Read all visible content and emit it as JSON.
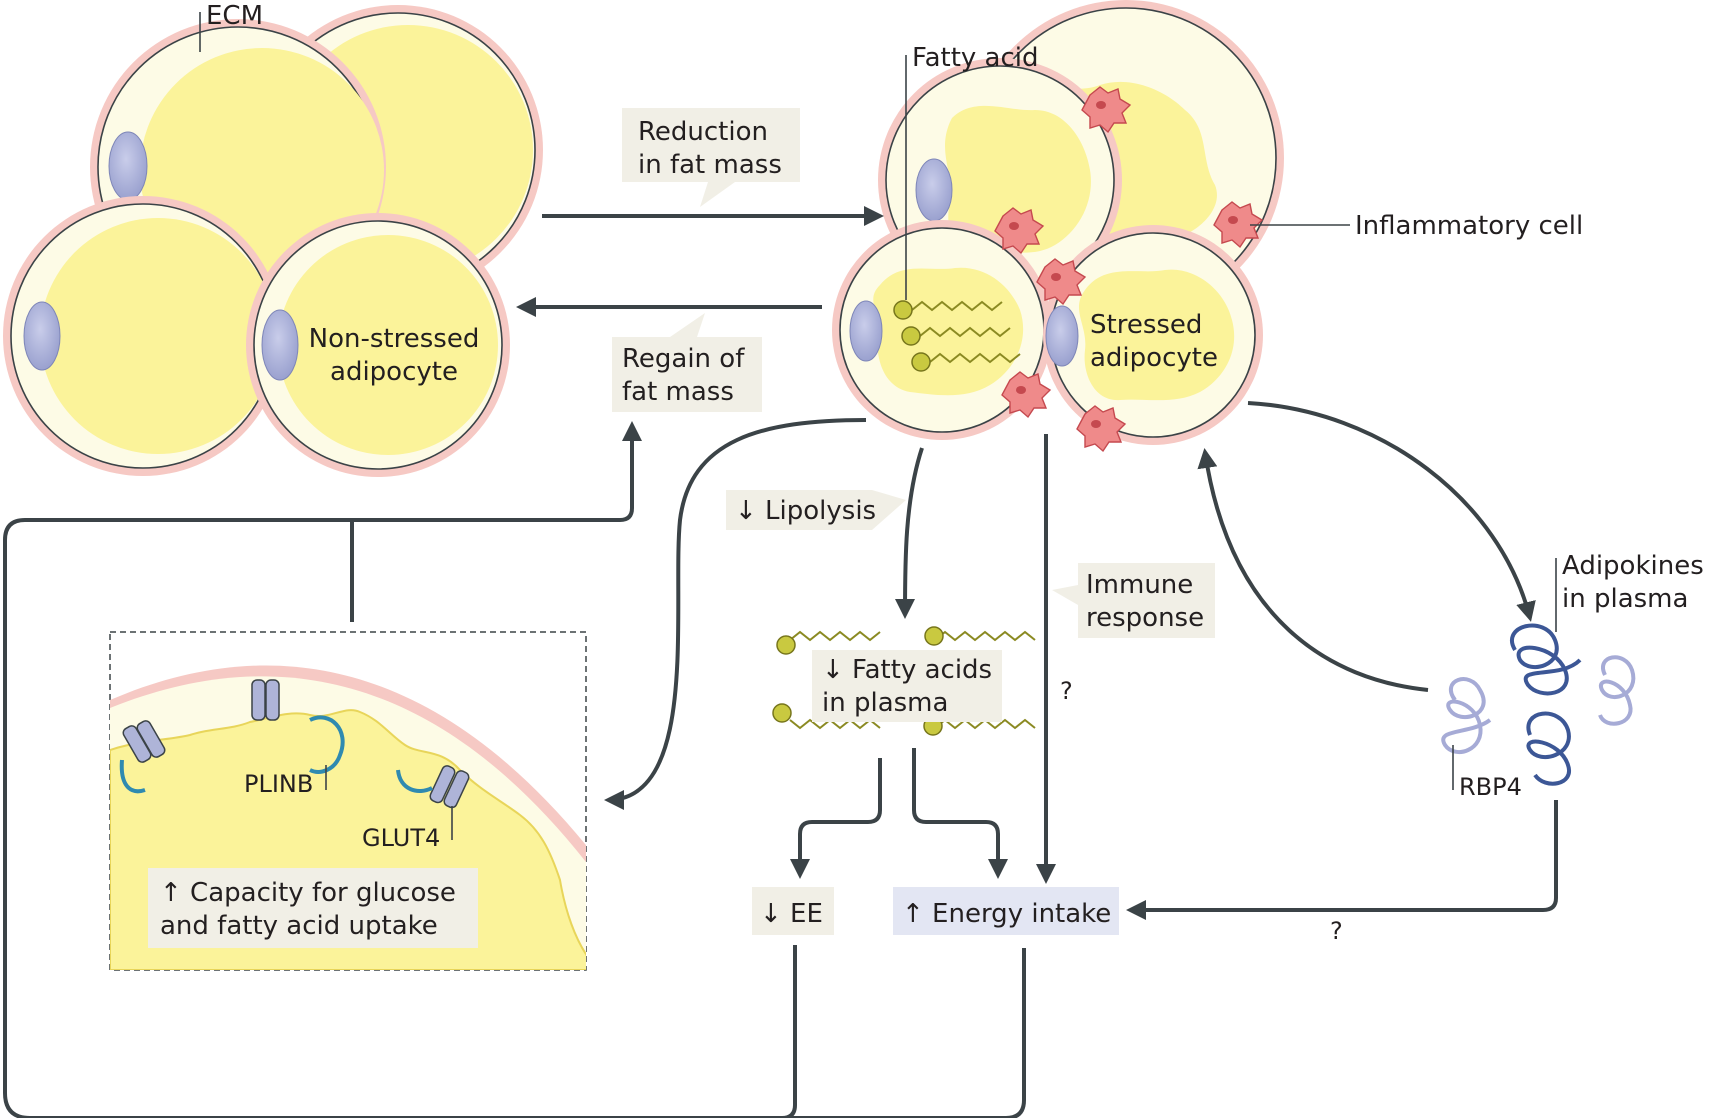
{
  "labels": {
    "ecm": "ECM",
    "fatty_acid": "Fatty acid",
    "inflammatory_cell": "Inflammatory cell",
    "non_stressed_1": "Non-stressed",
    "non_stressed_2": "adipocyte",
    "stressed_1": "Stressed",
    "stressed_2": "adipocyte",
    "reduction_1": "Reduction",
    "reduction_2": "in fat mass",
    "regain_1": "Regain of",
    "regain_2": "fat mass",
    "lipolysis": "↓ Lipolysis",
    "fa_plasma_1": "↓ Fatty acids",
    "fa_plasma_2": "in plasma",
    "immune_1": "Immune",
    "immune_2": "response",
    "question_1": "?",
    "question_2": "?",
    "adipokines_1": "Adipokines",
    "adipokines_2": "in plasma",
    "rbp4": "RBP4",
    "plinb": "PLINB",
    "glut4": "GLUT4",
    "capacity_1": "↑ Capacity for glucose",
    "capacity_2": "and fatty acid uptake",
    "ee": "↓ EE",
    "energy_intake": "↑ Energy intake"
  },
  "colors": {
    "lipid": "#fbf39a",
    "membrane_ring": "#f6c9c4",
    "cytoplasm": "#fdfbe6",
    "nucleus": "#aeb4d8",
    "inflammatory": "#ef8a8a",
    "label_box": "#f1efe6",
    "energy_box": "#e3e6f3",
    "adipokine_dark": "#3c5796",
    "adipokine_light": "#a6abd6",
    "arrow": "#3b4347"
  }
}
